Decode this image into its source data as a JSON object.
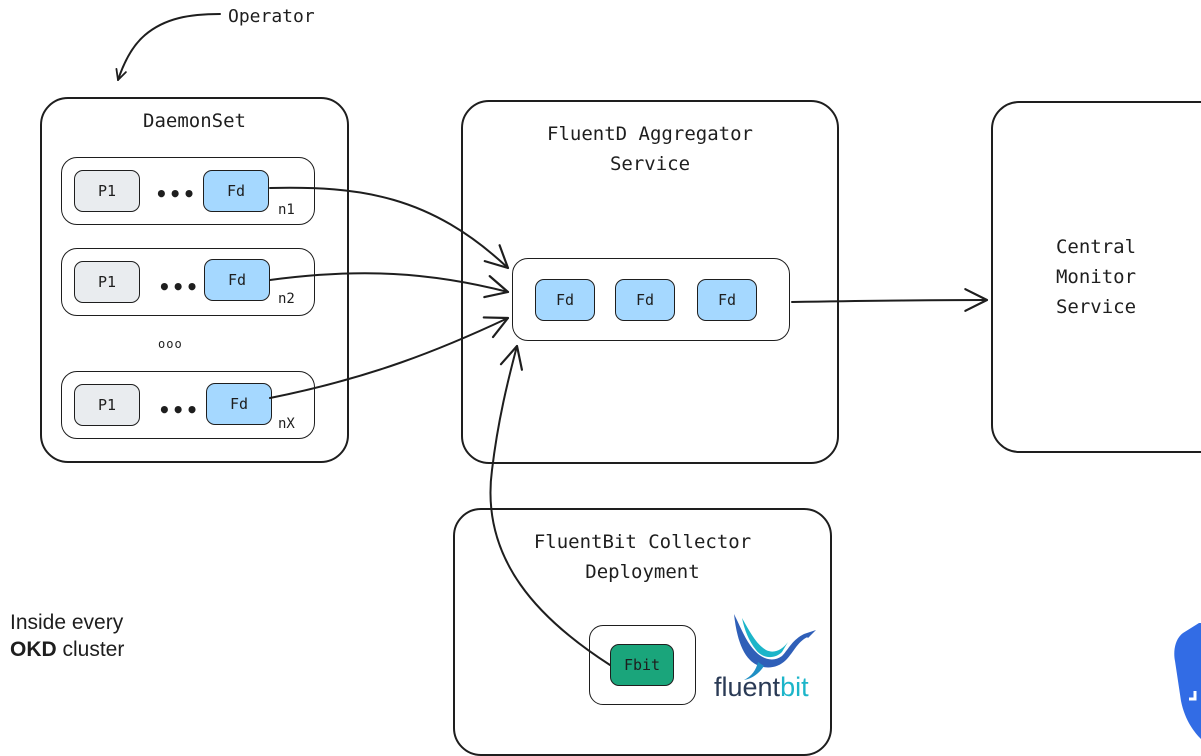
{
  "operator": {
    "label": "Operator"
  },
  "daemonset": {
    "title": "DaemonSet",
    "ellipsis": "•••",
    "gap_marker": "ooo",
    "nodes": [
      {
        "pod": "P1",
        "fd": "Fd",
        "tag": "n1"
      },
      {
        "pod": "P1",
        "fd": "Fd",
        "tag": "n2"
      },
      {
        "pod": "P1",
        "fd": "Fd",
        "tag": "nX"
      }
    ]
  },
  "aggregator": {
    "title_line1": "FluentD Aggregator",
    "title_line2": "Service",
    "instances": [
      "Fd",
      "Fd",
      "Fd"
    ]
  },
  "central": {
    "line1": "Central",
    "line2": "Monitor",
    "line3": "Service"
  },
  "collector": {
    "title_line1": "FluentBit Collector",
    "title_line2": "Deployment",
    "instance": "Fbit",
    "logo_text_a": "fluent",
    "logo_text_b": "bit"
  },
  "note": {
    "line1": "Inside every",
    "bold": "OKD",
    "rest": " cluster"
  },
  "colors": {
    "fd": "#a5d8ff",
    "pod": "#e9ecef",
    "fbit": "#1aa57b",
    "stroke": "#1e1e1e",
    "logo_blue": "#2f5fb8",
    "logo_teal": "#1cb5c9"
  },
  "icons": [
    "operator-arrow",
    "fluentbit-bird-logo",
    "kubernetes-logo-partial"
  ]
}
